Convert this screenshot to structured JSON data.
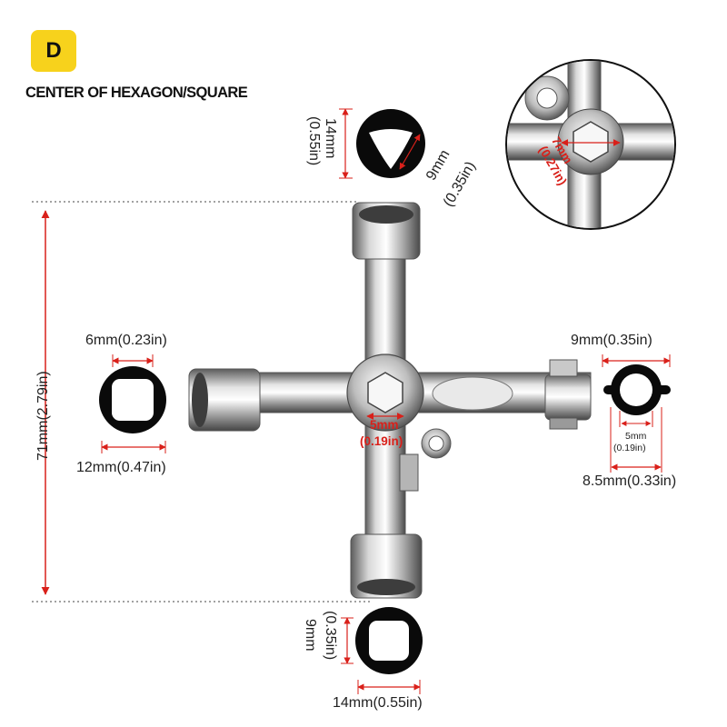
{
  "badge": {
    "letter": "D",
    "color": "#f7d21c"
  },
  "title": "CENTER OF HEXAGON/SQUARE",
  "accent_red": "#d9201a",
  "dims": {
    "overall_height": "71mm(2.79in)",
    "triangle_height": "14mm",
    "triangle_height_in": "(0.55in)",
    "triangle_side": "9mm",
    "triangle_side_in": "(0.35in)",
    "left_square_inner": "6mm(0.23in)",
    "left_square_outer": "12mm(0.47in)",
    "right_slot_outer": "9mm(0.35in)",
    "right_slot_inner_mm": "5mm",
    "right_slot_inner_in": "(0.19in)",
    "right_slot_width": "8.5mm(0.33in)",
    "bottom_square_height": "9mm",
    "bottom_square_height_in": "(0.35in)",
    "bottom_square_width": "14mm(0.55in)",
    "center_hex_mm": "5mm",
    "center_hex_in": "(0.19in)",
    "zoom_hex_mm": "7mm",
    "zoom_hex_in": "(0.27in)"
  }
}
